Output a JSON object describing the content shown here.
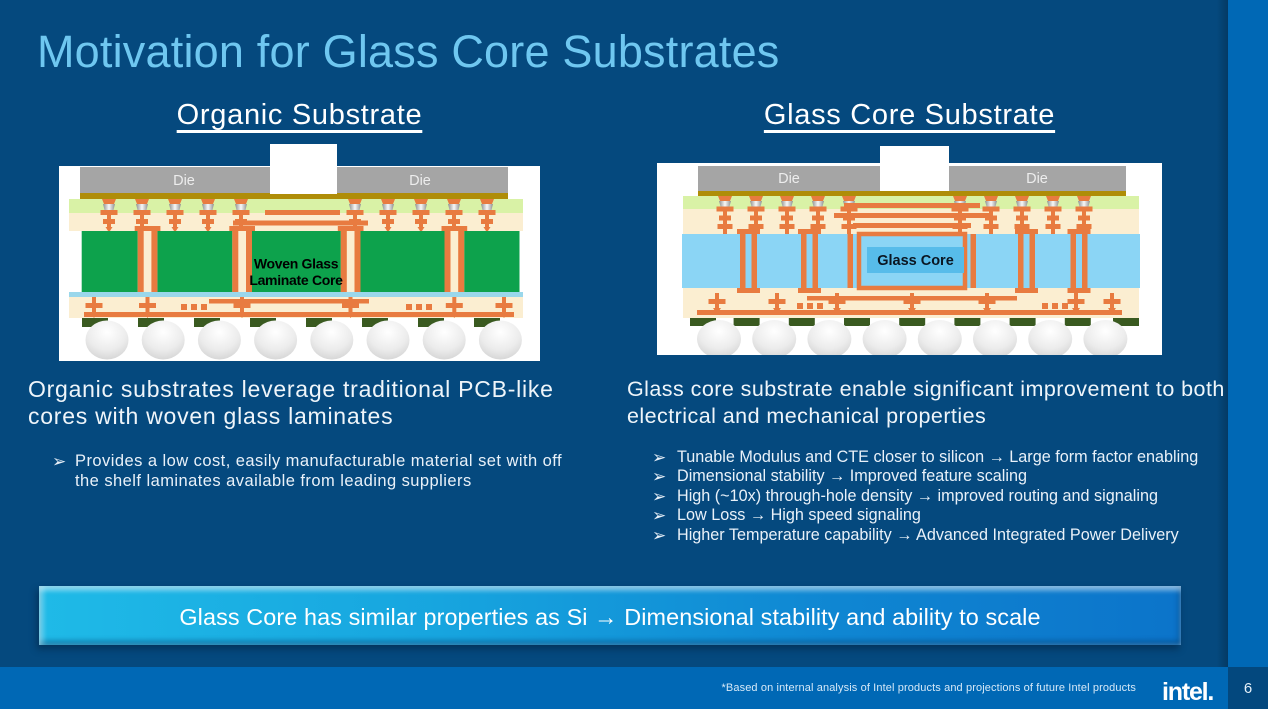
{
  "slide": {
    "title": "Motivation for Glass Core Substrates",
    "banner_text": "Glass Core has similar properties as Si → Dimensional stability and ability to scale",
    "footnote": "*Based on internal analysis of Intel products and projections of future Intel products",
    "logo_text": "intel",
    "logo_dot": ".",
    "page_number": "6"
  },
  "left_panel": {
    "heading": "Organic Substrate",
    "description_lines": [
      "Organic substrates leverage traditional PCB-like",
      "cores with woven glass laminates"
    ],
    "bullet_marker": "➢",
    "bullets": [
      [
        "Provides a low cost, easily manufacturable material set with off",
        "the shelf laminates available from leading suppliers"
      ]
    ],
    "diagram": {
      "die_left": "Die",
      "die_right": "Die",
      "core_label_line1": "Woven Glass",
      "core_label_line2": "Laminate Core"
    }
  },
  "right_panel": {
    "heading": "Glass Core Substrate",
    "description_lines": [
      "Glass core substrate enable significant improvement to both",
      "electrical and mechanical properties"
    ],
    "bullet_marker": "➢",
    "bullets": [
      [
        "Tunable Modulus and CTE closer to silicon → Large form factor enabling"
      ],
      [
        "Dimensional stability → Improved feature scaling"
      ],
      [
        "High (~10x) through-hole density → improved routing and signaling"
      ],
      [
        "Low Loss → High speed signaling"
      ],
      [
        "Higher Temperature capability → Advanced Integrated Power Delivery"
      ]
    ],
    "diagram": {
      "die_left": "Die",
      "die_right": "Die",
      "core_label": "Glass Core"
    }
  },
  "colors": {
    "background": "#05497E",
    "accent_bar_blue": "#0068B5",
    "page_square_blue": "#03487E",
    "title_blue": "#6FC7F0",
    "banner_gradient_left": "#1CB8E6",
    "banner_gradient_right": "#0C74CA",
    "diagram_orange": "#E87B40",
    "organic_core_green": "#0DA24C",
    "glass_core_blue": "#8BD5F5",
    "glass_core_label_blue": "#57BCEA",
    "substrate_cream": "#FBEED1",
    "solder_resist_green": "#D9F2A6",
    "die_gray": "#A5A5A5",
    "underfill_gold": "#AF8D08"
  }
}
